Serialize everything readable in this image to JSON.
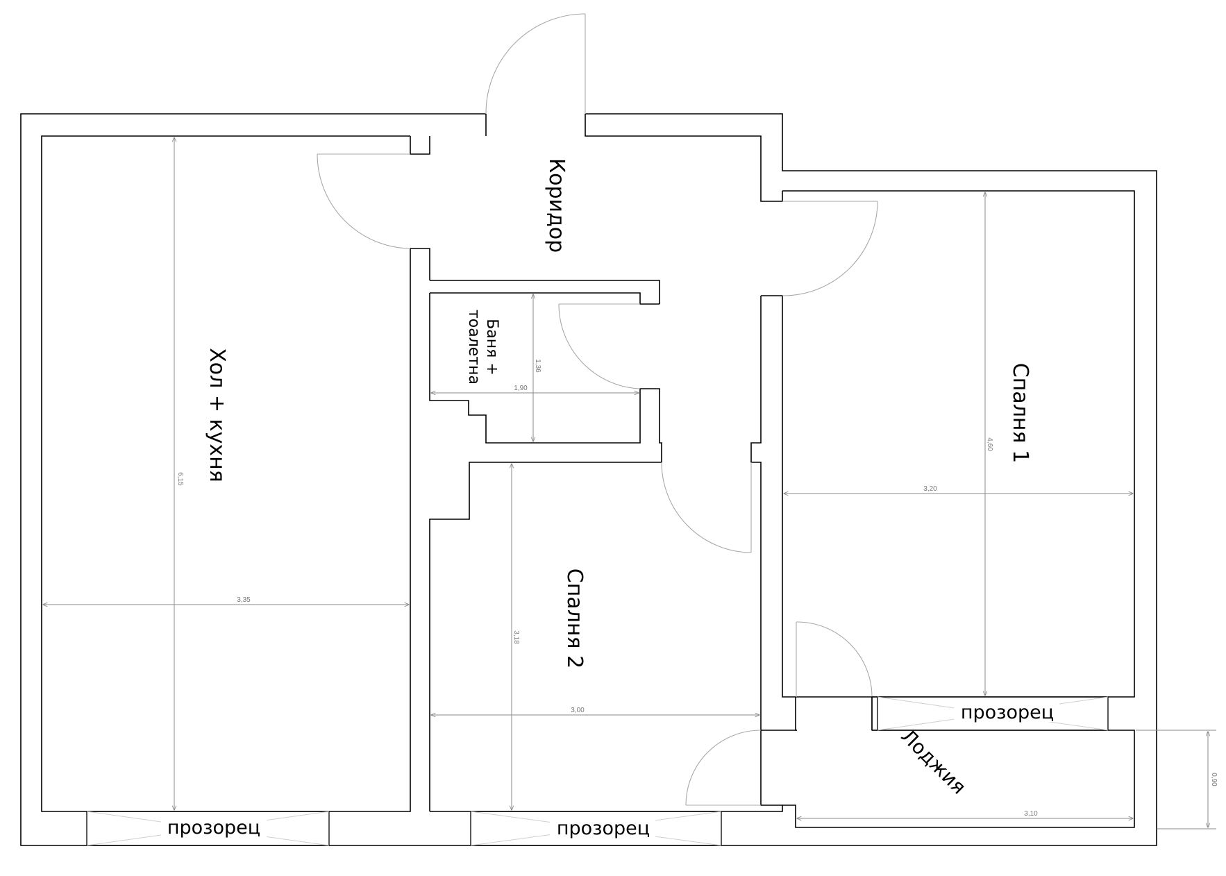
{
  "rooms": {
    "corridor": "Коридор",
    "living_kitchen": "Хол + кухня",
    "bath": "Баня +",
    "bath_2": "тоалетна",
    "bedroom1": "Спалня 1",
    "bedroom2": "Спалня 2",
    "loggia": "Лоджия"
  },
  "windows": {
    "living": "прозорец",
    "bedroom2": "прозорец",
    "bedroom1": "прозорец"
  },
  "dimensions": {
    "living_height": "6,15",
    "living_width": "3,35",
    "bath_height": "1,36",
    "bath_width": "1,90",
    "bedroom1_height": "4,60",
    "bedroom1_width": "3,20",
    "bedroom2_height": "3,18",
    "bedroom2_width": "3,00",
    "loggia_width": "3,10",
    "loggia_depth": "0,90"
  }
}
